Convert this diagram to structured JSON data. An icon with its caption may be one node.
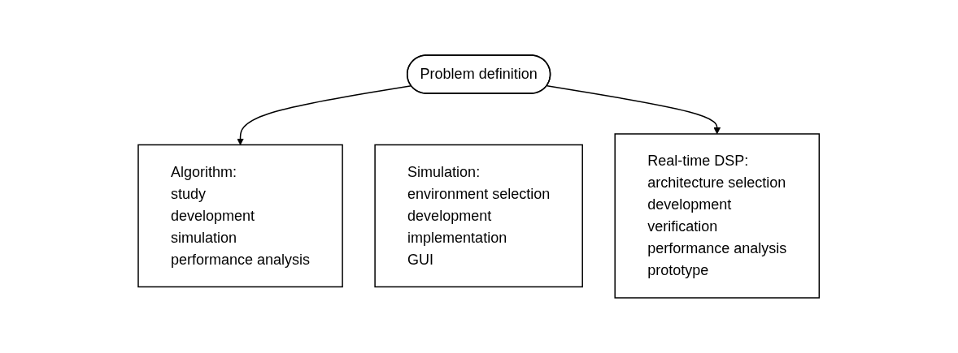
{
  "diagram": {
    "nodes": [
      {
        "text": [
          "Problem definition"
        ]
      },
      {
        "text": [
          "Algorithm:",
          "study",
          "development",
          "simulation",
          "performance analysis"
        ]
      },
      {
        "text": [
          "Simulation:",
          "environment selection",
          "development",
          "implementation",
          "GUI"
        ]
      },
      {
        "text": [
          "Real-time DSP:",
          "architecture selection",
          "development",
          "verification",
          "performance analysis",
          "prototype"
        ]
      }
    ],
    "edges": [
      {
        "from": 0,
        "to": 1,
        "arrow": "to"
      },
      {
        "from": 0,
        "to": 3,
        "arrow": "to"
      }
    ]
  }
}
